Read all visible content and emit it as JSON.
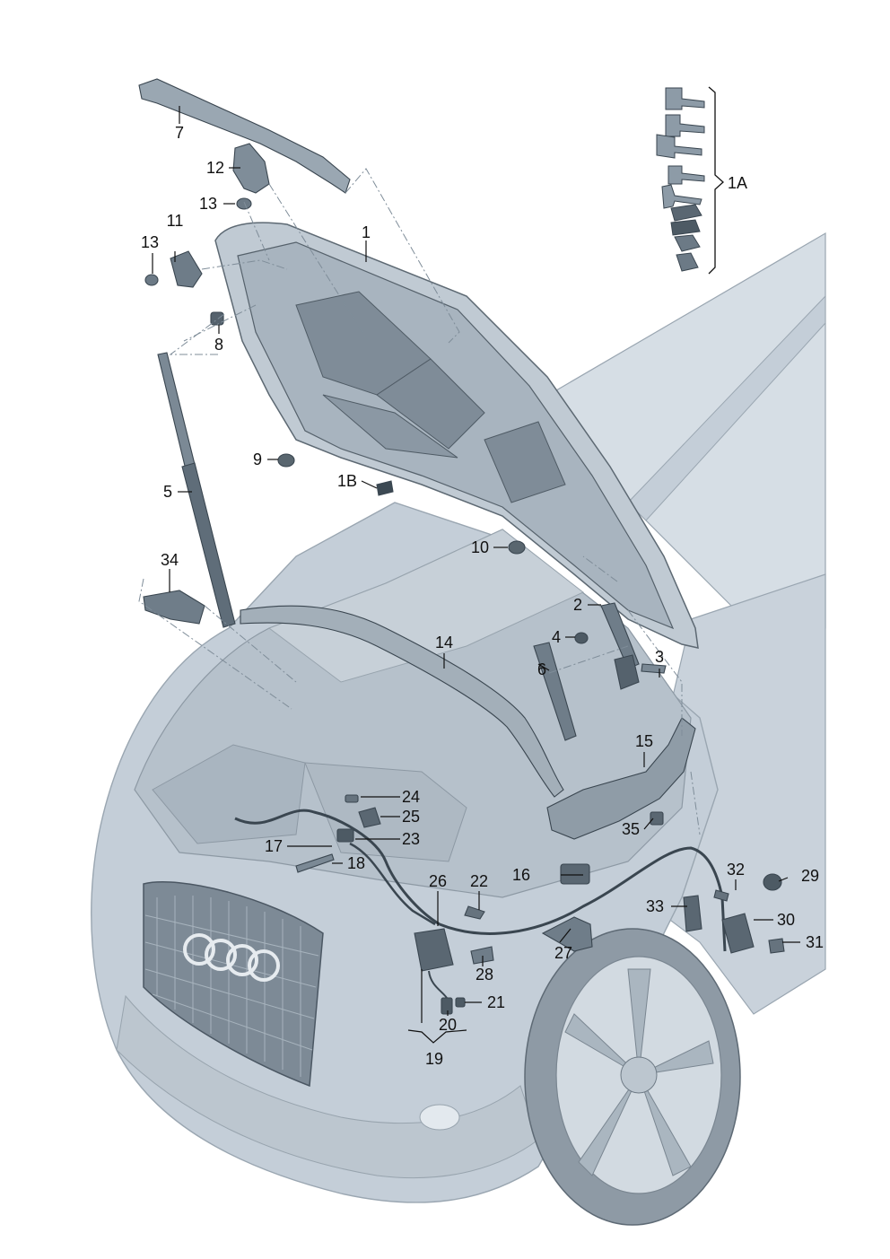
{
  "diagram": {
    "colors": {
      "car_body": "#c4ced8",
      "car_body_light": "#dde4ea",
      "car_outline": "#9aa6b1",
      "part_fill": "#8d9ba7",
      "part_dark": "#46535e",
      "hood_inner": "#b3bfc9",
      "label": "#111111"
    },
    "labels": [
      {
        "id": "1",
        "text": "1"
      },
      {
        "id": "1A",
        "text": "1A"
      },
      {
        "id": "1B",
        "text": "1B"
      },
      {
        "id": "2",
        "text": "2"
      },
      {
        "id": "3",
        "text": "3"
      },
      {
        "id": "4",
        "text": "4"
      },
      {
        "id": "5",
        "text": "5"
      },
      {
        "id": "6",
        "text": "6"
      },
      {
        "id": "7",
        "text": "7"
      },
      {
        "id": "8",
        "text": "8"
      },
      {
        "id": "9",
        "text": "9"
      },
      {
        "id": "10",
        "text": "10"
      },
      {
        "id": "11",
        "text": "11"
      },
      {
        "id": "12",
        "text": "12"
      },
      {
        "id": "13a",
        "text": "13"
      },
      {
        "id": "13b",
        "text": "13"
      },
      {
        "id": "14",
        "text": "14"
      },
      {
        "id": "15",
        "text": "15"
      },
      {
        "id": "16",
        "text": "16"
      },
      {
        "id": "17",
        "text": "17"
      },
      {
        "id": "18",
        "text": "18"
      },
      {
        "id": "19",
        "text": "19"
      },
      {
        "id": "20",
        "text": "20"
      },
      {
        "id": "21",
        "text": "21"
      },
      {
        "id": "22",
        "text": "22"
      },
      {
        "id": "23",
        "text": "23"
      },
      {
        "id": "24",
        "text": "24"
      },
      {
        "id": "25",
        "text": "25"
      },
      {
        "id": "26",
        "text": "26"
      },
      {
        "id": "27",
        "text": "27"
      },
      {
        "id": "28",
        "text": "28"
      },
      {
        "id": "29",
        "text": "29"
      },
      {
        "id": "30",
        "text": "30"
      },
      {
        "id": "31",
        "text": "31"
      },
      {
        "id": "32",
        "text": "32"
      },
      {
        "id": "33",
        "text": "33"
      },
      {
        "id": "34",
        "text": "34"
      },
      {
        "id": "35",
        "text": "35"
      }
    ]
  }
}
